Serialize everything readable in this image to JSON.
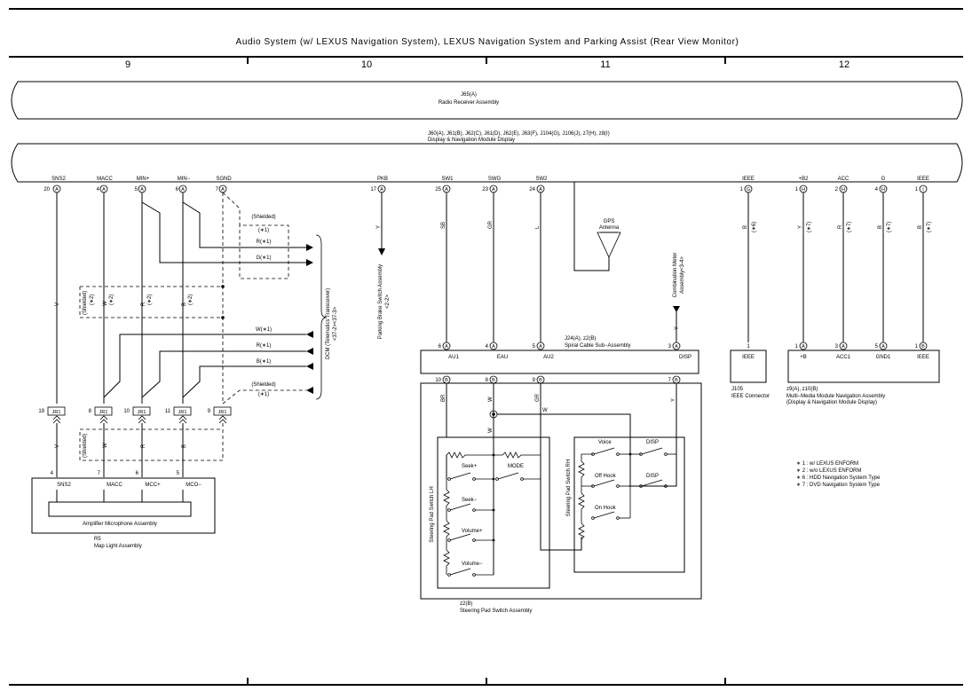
{
  "title": "Audio System (w/ LEXUS Navigation System),  LEXUS Navigation System and Parking Assist (Rear View Monitor)",
  "columns": [
    "9",
    "10",
    "11",
    "12"
  ],
  "radio": {
    "ref": "J65(A)",
    "name": "Radio Receiver Assembly"
  },
  "display": {
    "refs": "J60(A), J61(B), J62(C), J61(D), J62(E), J63(F), J104(G), J106(J), z7(H), z8(I)",
    "name": "Display & Navigation Module Display"
  },
  "display_pins": [
    {
      "label": "SNS2",
      "num": "20",
      "conn": "A"
    },
    {
      "label": "MACC",
      "num": "4",
      "conn": "A"
    },
    {
      "label": "MIN+",
      "num": "5",
      "conn": "A"
    },
    {
      "label": "MIN−",
      "num": "6",
      "conn": "A"
    },
    {
      "label": "SGND",
      "num": "7",
      "conn": "A"
    },
    {
      "label": "PKB",
      "num": "17",
      "conn": "A"
    },
    {
      "label": "SW1",
      "num": "25",
      "conn": "A"
    },
    {
      "label": "SWG",
      "num": "23",
      "conn": "A"
    },
    {
      "label": "SW2",
      "num": "24",
      "conn": "A"
    },
    {
      "label": "IEEE",
      "num": "1",
      "conn": "G"
    },
    {
      "label": "+B2",
      "num": "1",
      "conn": "H"
    },
    {
      "label": "ACC",
      "num": "2",
      "conn": "H"
    },
    {
      "label": "G",
      "num": "4",
      "conn": "H"
    },
    {
      "label": "IEEE",
      "num": "1",
      "conn": "I"
    }
  ],
  "wires": {
    "sns2": "V",
    "macc": "W",
    "minp": "R",
    "minm": "B",
    "pkb": "Y",
    "sw1": "SB",
    "swg": "GR",
    "sw2": "L",
    "disp": "Y",
    "ieee1": "B",
    "b2": "Y",
    "acc": "R",
    "g": "B",
    "ieee2": "B",
    "star6": "(∗6)",
    "star7": "(∗7)",
    "star2": "(∗2)",
    "star1": "(∗1)",
    "r_star1": "R(∗1)",
    "g_star1": "G(∗1)",
    "w_star1": "W(∗1)",
    "b_star1": "B(∗1)",
    "shielded": "(Shielded)",
    "w": "W",
    "br": "BR"
  },
  "dcm": {
    "name": "DCM (Telematics Transceiver)",
    "ref": "<37-2><37-3>"
  },
  "parking_brake": {
    "name": "Parking Brake Switch Assembly",
    "ref": "<2-2>"
  },
  "gps": {
    "name": "GPS",
    "name2": "Antenna"
  },
  "combination_meter": {
    "name": "Combination Meter",
    "name2": "Assembly<3-4>"
  },
  "spiral": {
    "ref": "J24(A), z2(B)",
    "name": "Spiral Cable Sub−Assembly",
    "pins_top": [
      {
        "num": "6",
        "conn": "A",
        "label": "AU1"
      },
      {
        "num": "4",
        "conn": "A",
        "label": "EAU"
      },
      {
        "num": "5",
        "conn": "A",
        "label": "AU2"
      },
      {
        "num": "3",
        "conn": "A",
        "label": "DISP"
      }
    ],
    "pins_bottom": [
      {
        "num": "10",
        "conn": "B"
      },
      {
        "num": "8",
        "conn": "B"
      },
      {
        "num": "9",
        "conn": "B"
      },
      {
        "num": "7",
        "conn": "B"
      }
    ]
  },
  "jr1": {
    "label": "JR1",
    "nums": [
      "19",
      "8",
      "10",
      "11",
      "9"
    ]
  },
  "amp": {
    "name": "Amplifier Microphone Assembly",
    "pins": [
      {
        "num": "4",
        "label": "SNS2"
      },
      {
        "num": "7",
        "label": "MACC"
      },
      {
        "num": "6",
        "label": "MCC+"
      },
      {
        "num": "5",
        "label": "MCO−"
      }
    ]
  },
  "map_light": {
    "ref": "R5",
    "name": "Map Light Assembly"
  },
  "steering_pad": {
    "ref": "z2(B)",
    "name": "Steering Pad Switch Assembly",
    "lh": "Steering Pad Switch LH",
    "rh": "Steering Pad Switch RH",
    "switches": {
      "seek_up": "Seek+",
      "mode": "MODE",
      "seek_down": "Seek−",
      "vol_up": "Volume+",
      "vol_down": "Volume−",
      "voice": "Voice",
      "disp1": "DISP",
      "off_hook": "Off Hook",
      "disp2": "DISP",
      "on_hook": "On Hook"
    }
  },
  "ieee_conn": {
    "num": "1",
    "label": "IEEE",
    "ref": "J105",
    "name": "IEEE Connector"
  },
  "multimedia": {
    "ref": "z9(A), z10(B)",
    "name": "Multi−Media Module Navigation Assembly",
    "name2": "(Display & Navigation Module Display)",
    "pins": [
      {
        "num": "1",
        "conn": "A",
        "label": "+B"
      },
      {
        "num": "3",
        "conn": "A",
        "label": "ACC1"
      },
      {
        "num": "5",
        "conn": "A",
        "label": "GND1"
      },
      {
        "num": "1",
        "conn": "B",
        "label": "IEEE"
      }
    ]
  },
  "notes": [
    "∗ 1 : w/ LEXUS ENFORM",
    "∗ 2 : w/o LEXUS ENFORM",
    "∗ 6 : HDD Navigation System Type",
    "∗ 7 : DVD Navigation System Type"
  ]
}
